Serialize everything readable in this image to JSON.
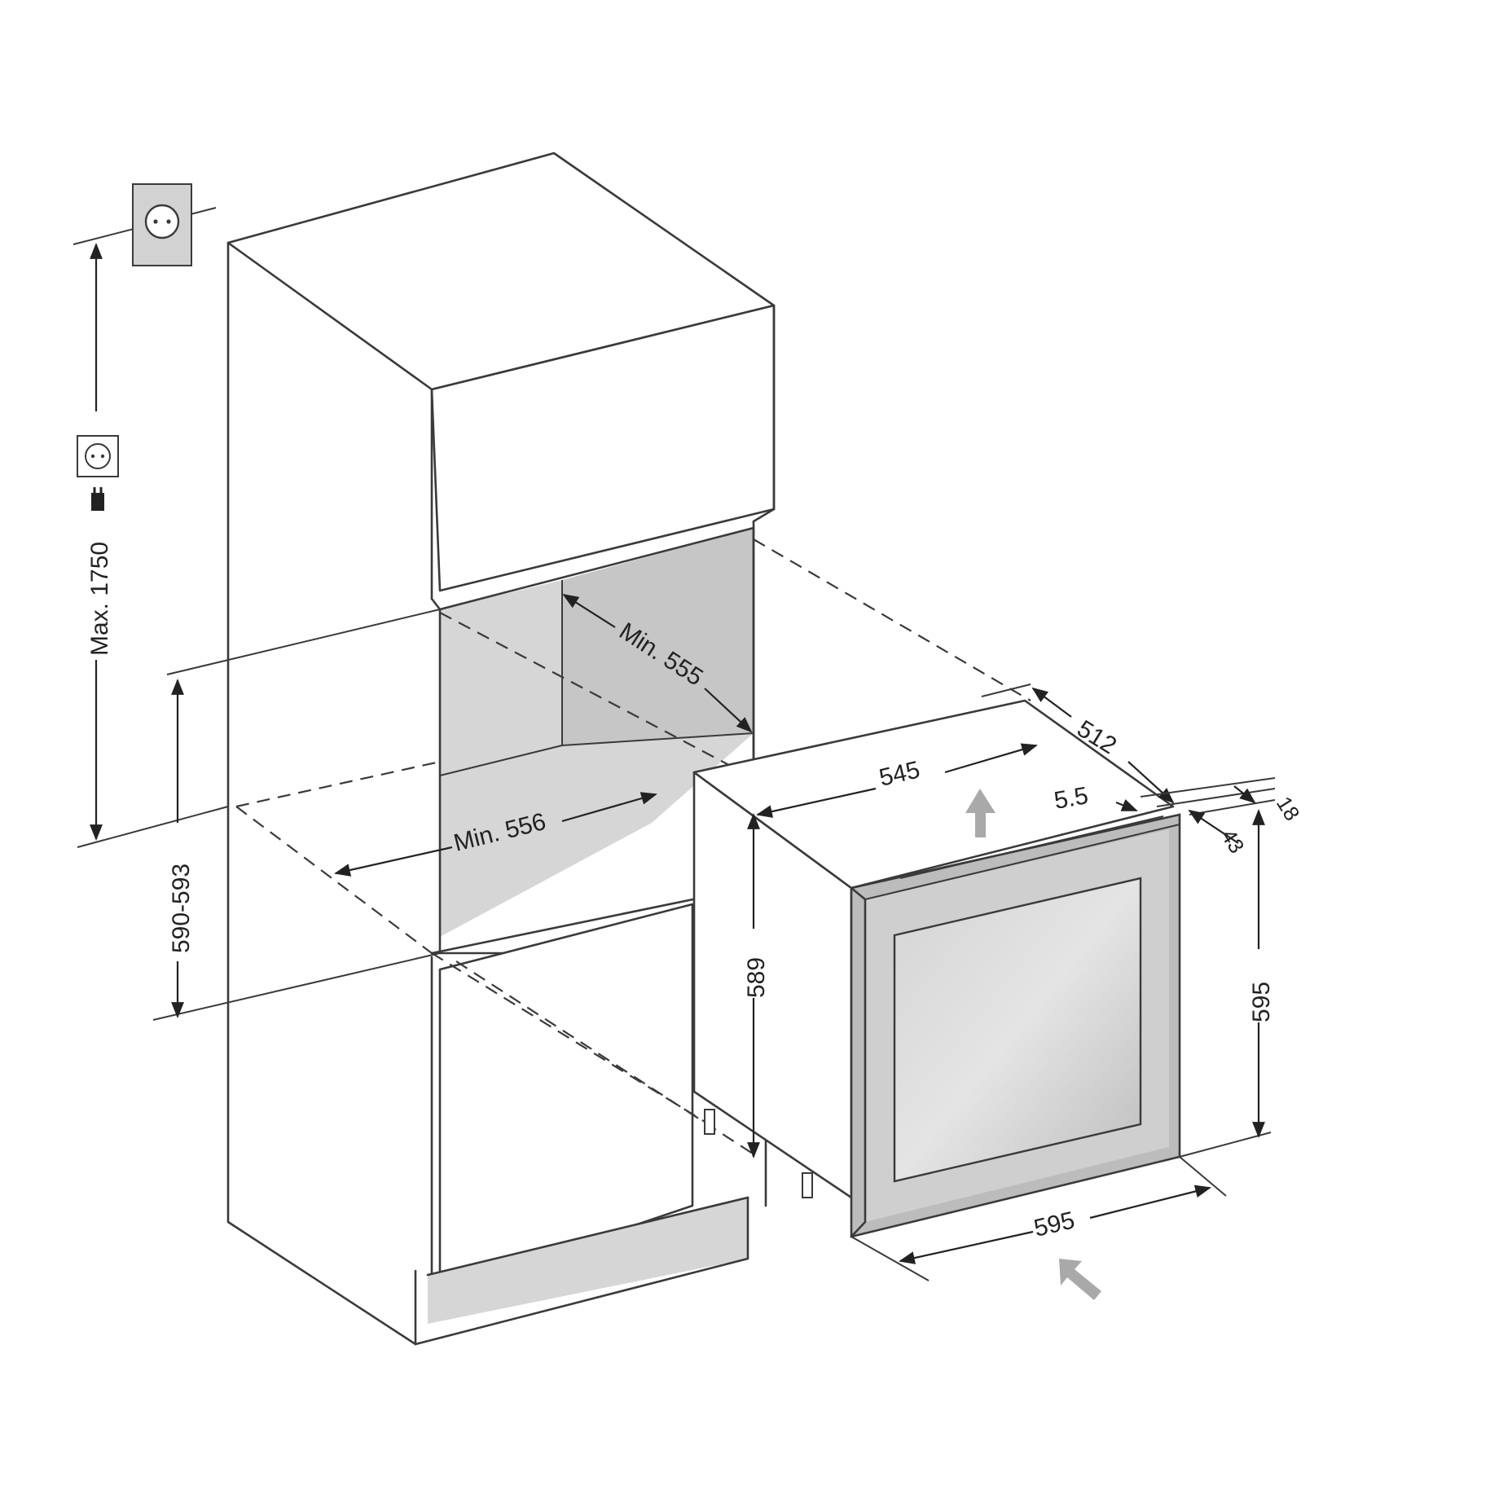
{
  "dimensions": {
    "max_height": "Max. 1750",
    "niche_height": "590-593",
    "niche_depth": "Min. 555",
    "niche_width": "Min. 556",
    "body_width": "545",
    "body_depth": "512",
    "door_gap": "5.5",
    "door_thickness": "43",
    "offset": "18",
    "body_height": "589",
    "front_height": "595",
    "front_width": "595"
  },
  "icons": [
    "socket-icon",
    "plug-icon",
    "airflow-arrow-icon"
  ],
  "colors": {
    "line": "#3a3a3a",
    "panel": "#d6d6d6",
    "arrow": "#a9a9a9"
  }
}
